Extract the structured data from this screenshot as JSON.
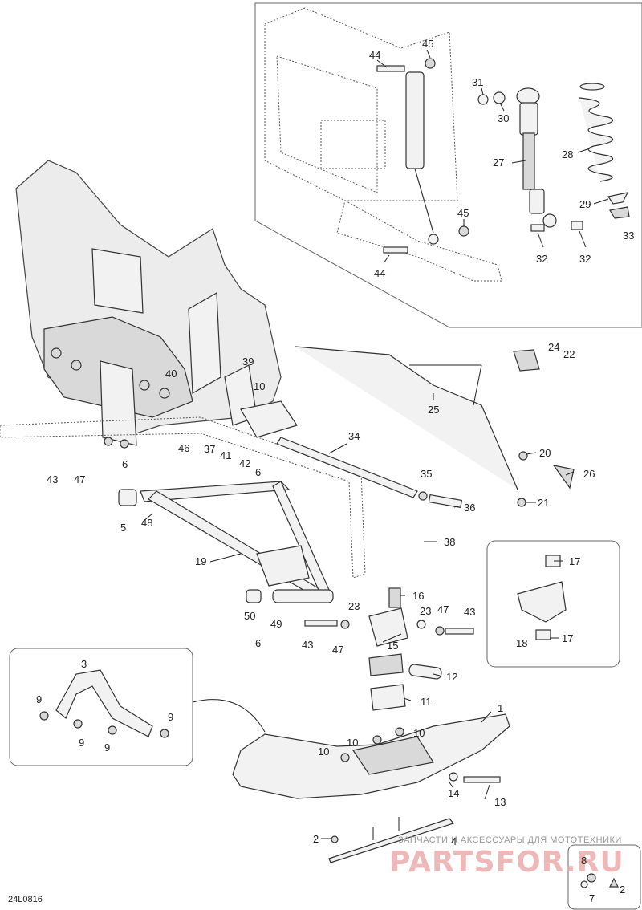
{
  "diagram_code": "24L0816",
  "watermark": {
    "caption": "ЗАПЧАСТИ И АКСЕССУАРЫ ДЛЯ МОТОТЕХНИКИ",
    "brand": "PARTSFOR.RU"
  },
  "callouts": [
    {
      "id": "c44a",
      "label": "44"
    },
    {
      "id": "c45a",
      "label": "45"
    },
    {
      "id": "c31",
      "label": "31"
    },
    {
      "id": "c30",
      "label": "30"
    },
    {
      "id": "c27",
      "label": "27"
    },
    {
      "id": "c28",
      "label": "28"
    },
    {
      "id": "c29",
      "label": "29"
    },
    {
      "id": "c45b",
      "label": "45"
    },
    {
      "id": "c44b",
      "label": "44"
    },
    {
      "id": "c32a",
      "label": "32"
    },
    {
      "id": "c32b",
      "label": "32"
    },
    {
      "id": "c33",
      "label": "33"
    },
    {
      "id": "c24",
      "label": "24"
    },
    {
      "id": "c22",
      "label": "22"
    },
    {
      "id": "c25",
      "label": "25"
    },
    {
      "id": "c20",
      "label": "20"
    },
    {
      "id": "c26",
      "label": "26"
    },
    {
      "id": "c21",
      "label": "21"
    },
    {
      "id": "c39",
      "label": "39"
    },
    {
      "id": "c40",
      "label": "40"
    },
    {
      "id": "c10a",
      "label": "10"
    },
    {
      "id": "c34",
      "label": "34"
    },
    {
      "id": "c46",
      "label": "46"
    },
    {
      "id": "c37",
      "label": "37"
    },
    {
      "id": "c41",
      "label": "41"
    },
    {
      "id": "c42",
      "label": "42"
    },
    {
      "id": "c6a",
      "label": "6"
    },
    {
      "id": "c43a",
      "label": "43"
    },
    {
      "id": "c47a",
      "label": "47"
    },
    {
      "id": "c6b",
      "label": "6"
    },
    {
      "id": "c5",
      "label": "5"
    },
    {
      "id": "c48",
      "label": "48"
    },
    {
      "id": "c35",
      "label": "35"
    },
    {
      "id": "c36",
      "label": "36"
    },
    {
      "id": "c38",
      "label": "38"
    },
    {
      "id": "c19",
      "label": "19"
    },
    {
      "id": "c17a",
      "label": "17"
    },
    {
      "id": "c18",
      "label": "18"
    },
    {
      "id": "c17b",
      "label": "17"
    },
    {
      "id": "c16",
      "label": "16"
    },
    {
      "id": "c23a",
      "label": "23"
    },
    {
      "id": "c23b",
      "label": "23"
    },
    {
      "id": "c47b",
      "label": "47"
    },
    {
      "id": "c43b",
      "label": "43"
    },
    {
      "id": "c50",
      "label": "50"
    },
    {
      "id": "c49",
      "label": "49"
    },
    {
      "id": "c6c",
      "label": "6"
    },
    {
      "id": "c43c",
      "label": "43"
    },
    {
      "id": "c47c",
      "label": "47"
    },
    {
      "id": "c15",
      "label": "15"
    },
    {
      "id": "c3",
      "label": "3"
    },
    {
      "id": "c12",
      "label": "12"
    },
    {
      "id": "c9a",
      "label": "9"
    },
    {
      "id": "c9b",
      "label": "9"
    },
    {
      "id": "c9c",
      "label": "9"
    },
    {
      "id": "c9d",
      "label": "9"
    },
    {
      "id": "c11",
      "label": "11"
    },
    {
      "id": "c1",
      "label": "1"
    },
    {
      "id": "c10b",
      "label": "10"
    },
    {
      "id": "c10c",
      "label": "10"
    },
    {
      "id": "c10d",
      "label": "10"
    },
    {
      "id": "c14",
      "label": "14"
    },
    {
      "id": "c13",
      "label": "13"
    },
    {
      "id": "c2a",
      "label": "2"
    },
    {
      "id": "c4",
      "label": "4"
    },
    {
      "id": "c8",
      "label": "8"
    },
    {
      "id": "c7",
      "label": "7"
    },
    {
      "id": "c2b",
      "label": "2"
    }
  ]
}
